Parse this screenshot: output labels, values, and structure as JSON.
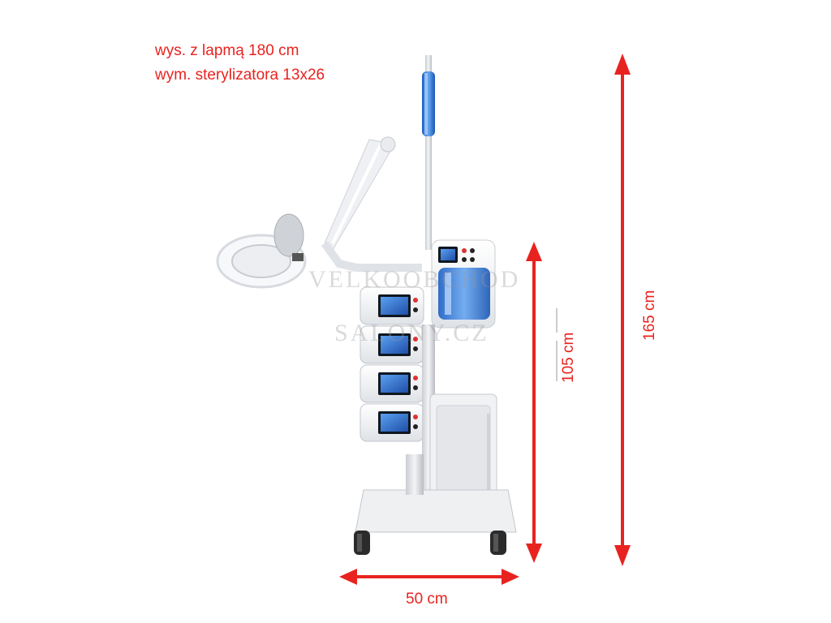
{
  "specs": {
    "height_with_lamp": "wys. z lapmą 180 cm",
    "sterilizer_size": "wym. sterylizatora 13x26"
  },
  "watermark": {
    "line1": "VELKOOBCHOD",
    "line2": "SALONY.CZ"
  },
  "dimensions": {
    "width": "50 cm",
    "base_height": "105 cm",
    "total_height": "165 cm"
  },
  "colors": {
    "dimension_red": "#e8231f",
    "device_white": "#f3f4f6",
    "accent_blue": "#1e63c9",
    "screen_blue": "#2e6fd6"
  }
}
